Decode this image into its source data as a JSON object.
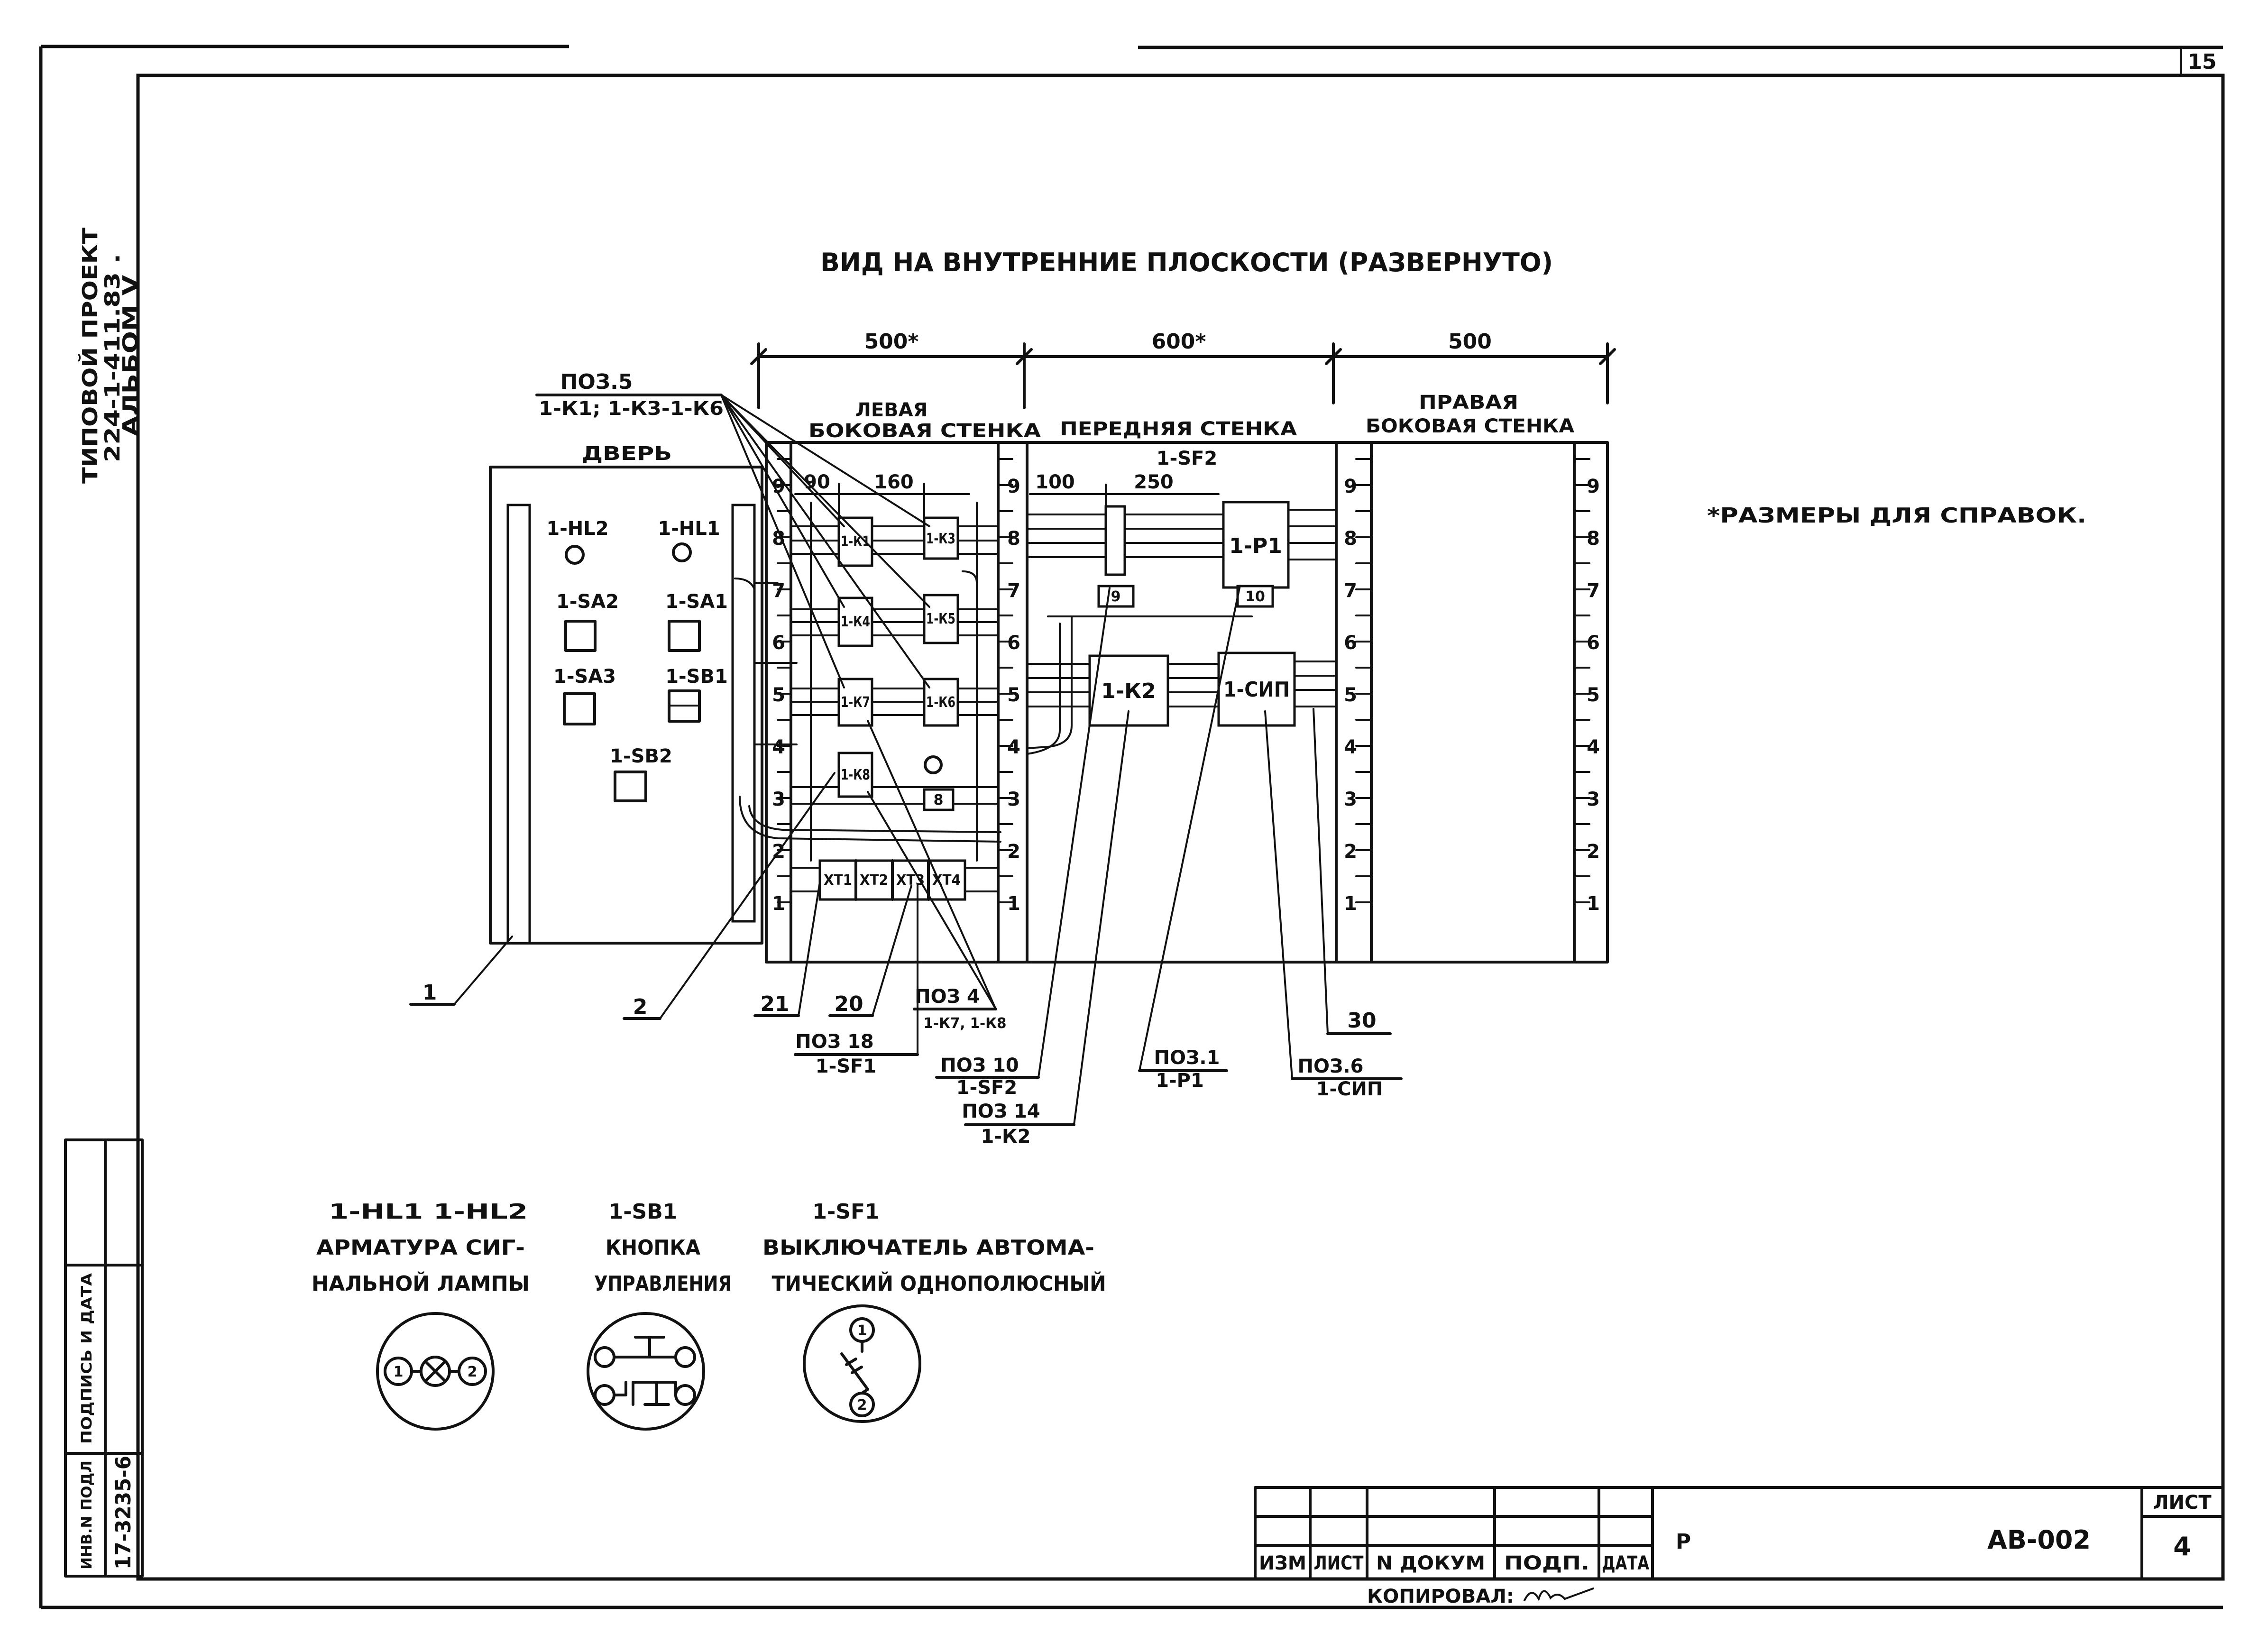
{
  "sheet": {
    "page_number": "15"
  },
  "side_stamp": {
    "line1": "ТИПОВОЙ ПРОЕКТ",
    "line2": "224-1-411.83 .",
    "line3": "АЛЬБОМ V"
  },
  "archive_stamp": {
    "inv_label": "ИНВ.N ПОДЛ",
    "sign_label": "ПОДПИСЬ И ДАТА",
    "inv_number": "17-3235-6"
  },
  "drawing": {
    "title": "ВИД НА ВНУТРЕННИЕ ПЛОСКОСТИ (РАЗВЕРНУТО)",
    "note": "*РАЗМЕРЫ ДЛЯ СПРАВОК.",
    "dimensions": {
      "left": "500*",
      "front": "600*",
      "right": "500",
      "d90": "90",
      "d160": "160",
      "d100": "100",
      "d250": "250"
    },
    "walls": {
      "left_1": "ЛЕВАЯ",
      "left_2": "БОКОВАЯ СТЕНКА",
      "front": "ПЕРЕДНЯЯ СТЕНКА",
      "right_1": "ПРАВАЯ",
      "right_2": "БОКОВАЯ СТЕНКА"
    },
    "door": {
      "label": "ДВЕРЬ",
      "hl2": "1-HL2",
      "hl1": "1-HL1",
      "sa2": "1-SA2",
      "sa1": "1-SA1",
      "sa3": "1-SA3",
      "sb1": "1-SB1",
      "sb2": "1-SB2"
    },
    "left_wall": {
      "k1": "1-К1",
      "k3": "1-К3",
      "k4": "1-К4",
      "k5": "1-К5",
      "k7": "1-К7",
      "k6": "1-К6",
      "k8": "1-К8",
      "marker8": "8",
      "terminals": [
        "XT1",
        "XT2",
        "XT3",
        "XT4"
      ]
    },
    "front_wall": {
      "sf2": "1-SF2",
      "p1": "1-Р1",
      "k2": "1-К2",
      "sip": "1-СИП",
      "marker9": "9",
      "marker10": "10"
    },
    "scale": {
      "labels": [
        "1",
        "2",
        "3",
        "4",
        "5",
        "6",
        "7",
        "8",
        "9"
      ]
    },
    "callouts": {
      "pos5": {
        "pos": "ПОЗ.5",
        "ref": "1-К1; 1-К3-1-К6"
      },
      "item1": "1",
      "item2": "2",
      "item21": "21",
      "item20": "20",
      "item30": "30",
      "pos4": {
        "pos": "ПОЗ 4",
        "ref": "1-К7, 1-К8"
      },
      "pos18": {
        "pos": "ПОЗ 18",
        "ref": "1-SF1"
      },
      "pos10": {
        "pos": "ПОЗ 10",
        "ref": "1-SF2"
      },
      "pos14": {
        "pos": "ПОЗ 14",
        "ref": "1-К2"
      },
      "pos1": {
        "pos": "ПОЗ.1",
        "ref": "1-Р1"
      },
      "pos6": {
        "pos": "ПОЗ.6",
        "ref": "1-СИП"
      }
    }
  },
  "legend": {
    "lamp": {
      "refs": "1-HL1   1-HL2",
      "line1": "АРМАТУРА СИГ-",
      "line2": "НАЛЬНОЙ ЛАМПЫ",
      "pin1": "1",
      "pin2": "2"
    },
    "button": {
      "ref": "1-SB1",
      "line1": "КНОПКА",
      "line2": "УПРАВЛЕНИЯ"
    },
    "breaker": {
      "ref": "1-SF1",
      "line1": "ВЫКЛЮЧАТЕЛЬ АВТОМА-",
      "line2": "ТИЧЕСКИЙ ОДНОПОЛЮСНЫЙ",
      "pin1": "1",
      "pin2": "2"
    }
  },
  "title_block": {
    "col_izm": "ИЗМ",
    "col_list": "ЛИСТ",
    "col_doc": "N ДОКУМ",
    "col_sign": "ПОДП.",
    "col_date": "ДАТА",
    "stage": "Р",
    "code": "АВ-002",
    "sheet_label": "ЛИСТ",
    "sheet_no": "4",
    "copied_label": "КОПИРОВАЛ:"
  }
}
